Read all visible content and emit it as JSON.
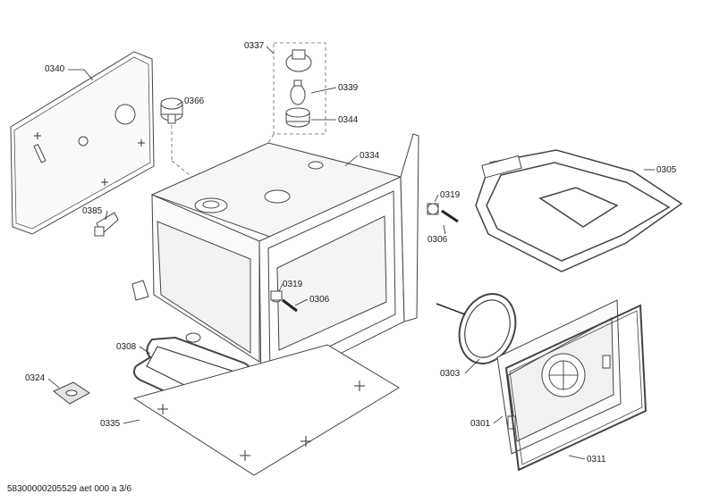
{
  "labels": {
    "p0340": "0340",
    "p0337": "0337",
    "p0366": "0366",
    "p0339": "0339",
    "p0344": "0344",
    "p0334": "0334",
    "p0385": "0385",
    "p0319a": "0319",
    "p0306a": "0306",
    "p0305": "0305",
    "p0319b": "0319",
    "p0306b": "0306",
    "p0308": "0308",
    "p0324": "0324",
    "p0335": "0335",
    "p0303": "0303",
    "p0301": "0301",
    "p0311": "0311"
  },
  "footer": {
    "doc_id": "58300000205529 aet 000 a 3/6"
  }
}
